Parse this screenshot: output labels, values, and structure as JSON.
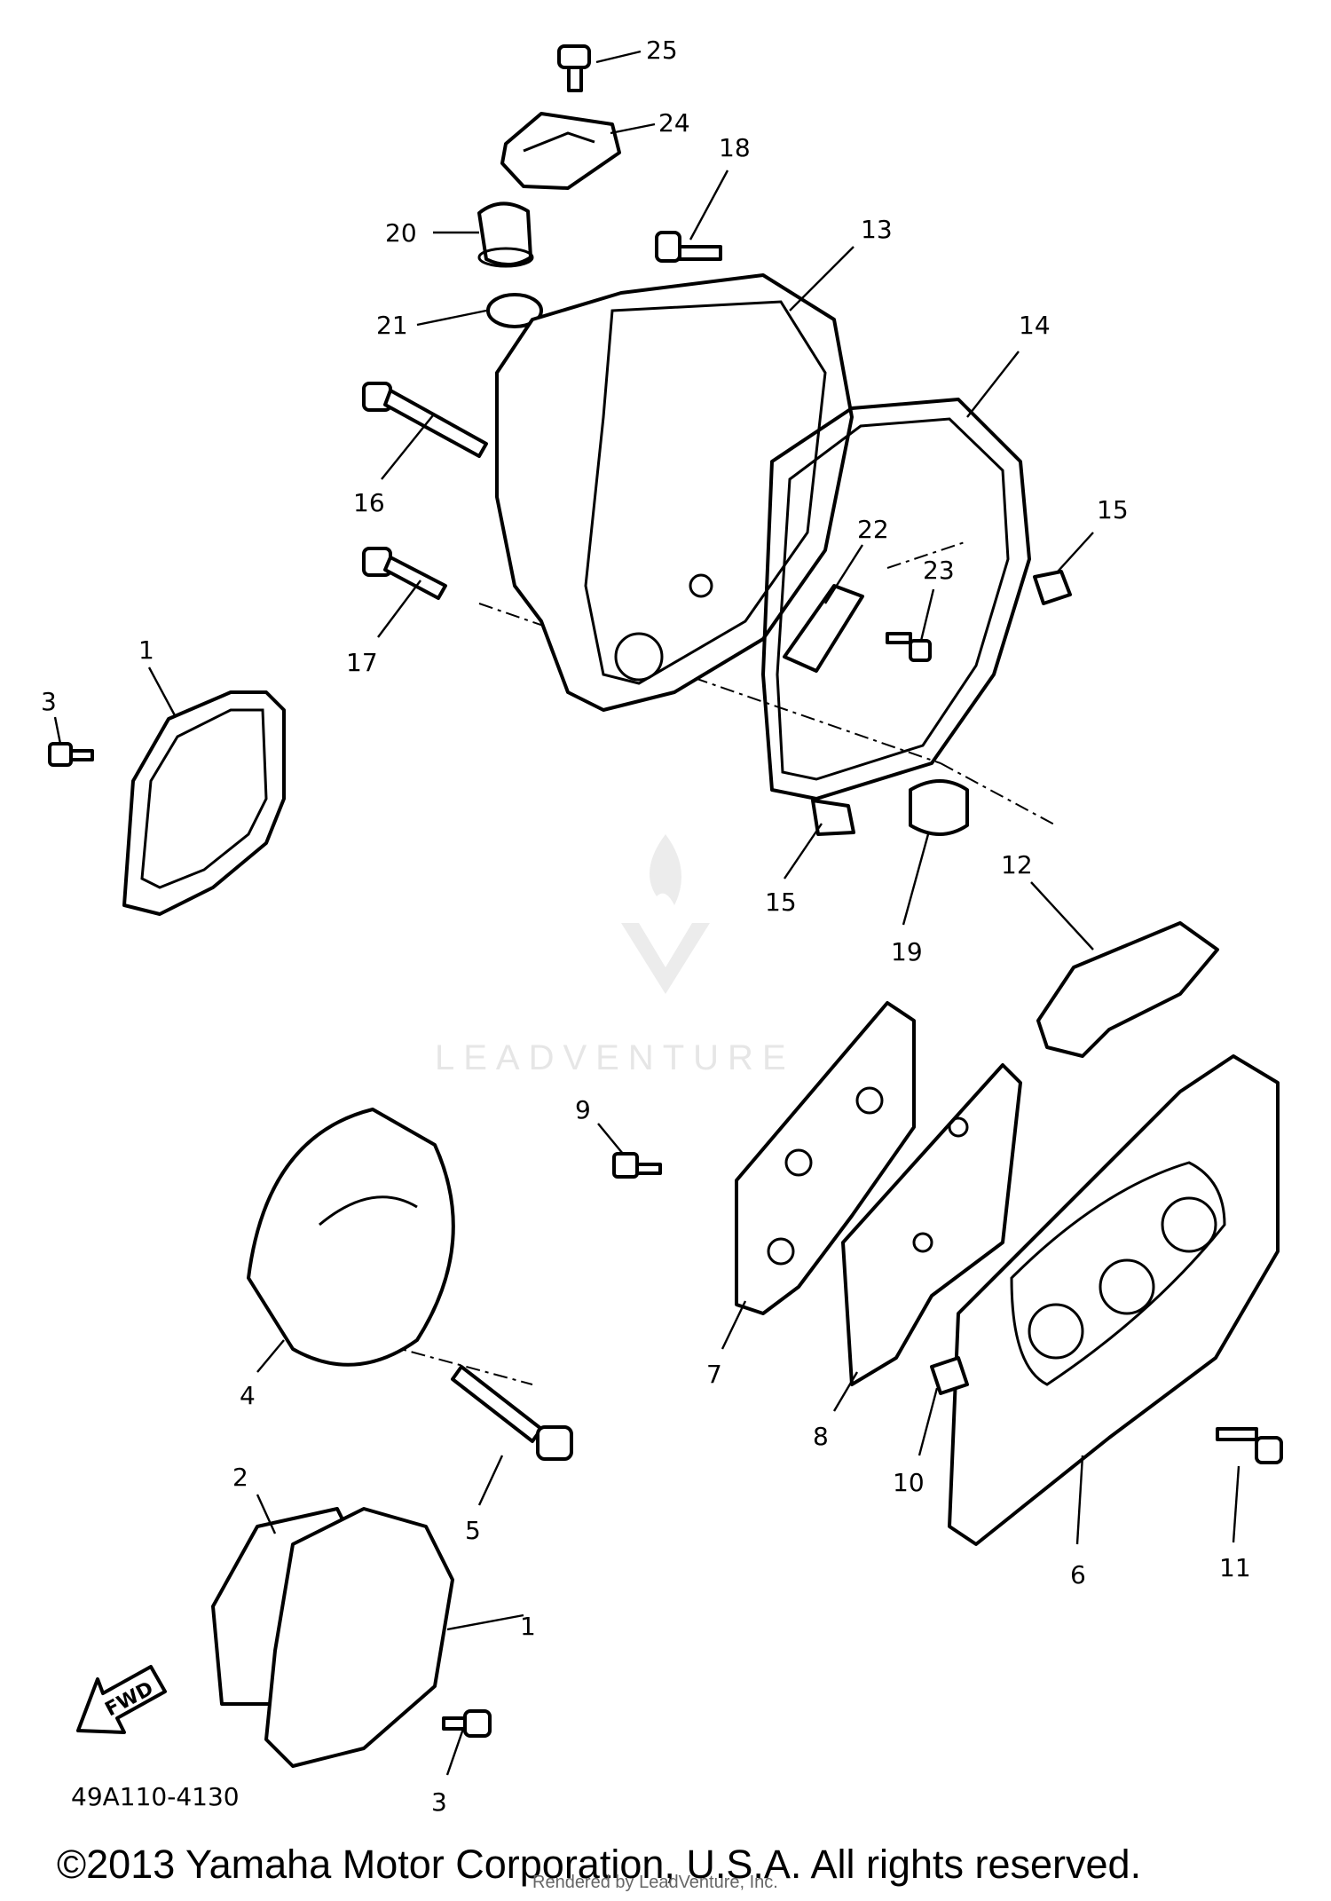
{
  "diagram": {
    "ref_code": "49A110-4130",
    "fwd_label": "FWD",
    "watermark": "LEADVENTURE",
    "copyright": "©2013 Yamaha Motor Corporation, U.S.A. All rights reserved.",
    "render_note": "Rendered by LeadVenture, Inc.",
    "callouts": [
      "25",
      "24",
      "18",
      "20",
      "13",
      "21",
      "14",
      "16",
      "15",
      "22",
      "23",
      "17",
      "1",
      "3",
      "15",
      "19",
      "12",
      "9",
      "7",
      "4",
      "8",
      "10",
      "5",
      "6",
      "11",
      "2",
      "1",
      "3"
    ]
  }
}
